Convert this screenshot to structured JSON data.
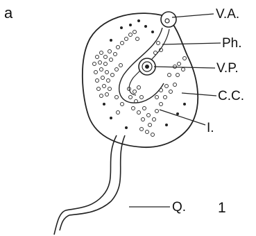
{
  "figure": {
    "panel_letter": "a",
    "figure_number": "1",
    "labels": {
      "va": "V.A.",
      "ph": "Ph.",
      "vp": "V.P.",
      "cc": "C.C.",
      "intestine": "I.",
      "tail": "Q."
    }
  }
}
